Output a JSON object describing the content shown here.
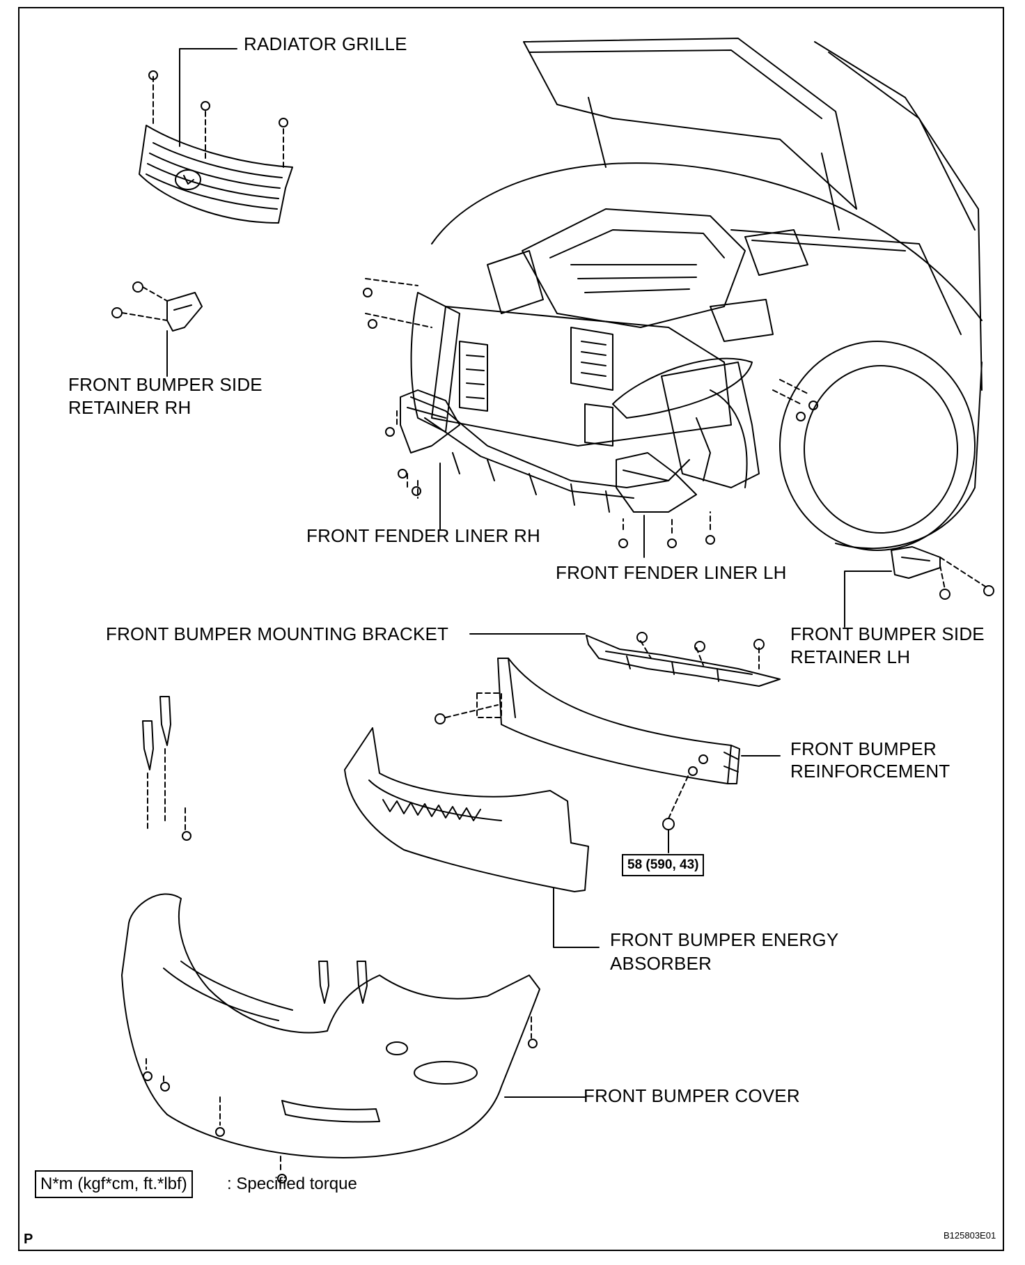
{
  "labels": {
    "radiator_grille": "RADIATOR GRILLE",
    "retainer_rh_line1": "FRONT BUMPER SIDE",
    "retainer_rh_line2": "RETAINER RH",
    "fender_liner_rh": "FRONT FENDER LINER RH",
    "fender_liner_lh": "FRONT FENDER LINER LH",
    "mounting_bracket": "FRONT BUMPER MOUNTING BRACKET",
    "retainer_lh_line1": "FRONT BUMPER SIDE",
    "retainer_lh_line2": "RETAINER LH",
    "reinforcement_line1": "FRONT BUMPER",
    "reinforcement_line2": "REINFORCEMENT",
    "energy_absorber_line1": "FRONT BUMPER ENERGY",
    "energy_absorber_line2": "ABSORBER",
    "bumper_cover": "FRONT BUMPER COVER"
  },
  "torque": {
    "value": "58 (590, 43)"
  },
  "legend": {
    "unit_box": "N*m (kgf*cm, ft.*lbf)",
    "description": ": Specified torque"
  },
  "footer": {
    "corner_letter": "P",
    "figure_id": "B125803E01"
  }
}
